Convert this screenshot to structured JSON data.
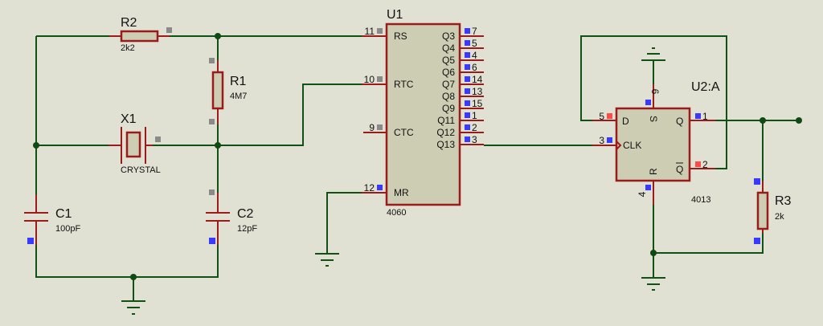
{
  "title": "CD4060 crystal oscillator with 4013 divider schematic",
  "colors": {
    "background": "#e0e0d3",
    "wire": "#0f5214",
    "pin": "#9b1a1a",
    "component_body": "#cdcdb4",
    "marker_grey": "#8a8a8a",
    "marker_blue": "#3a3aff",
    "marker_red": "#ff4a4a"
  },
  "components": {
    "r2": {
      "ref": "R2",
      "value": "2k2"
    },
    "r1": {
      "ref": "R1",
      "value": "4M7"
    },
    "x1": {
      "ref": "X1",
      "value": "CRYSTAL"
    },
    "c1": {
      "ref": "C1",
      "value": "100pF"
    },
    "c2": {
      "ref": "C2",
      "value": "12pF"
    },
    "r3": {
      "ref": "R3",
      "value": "2k"
    },
    "u1": {
      "ref": "U1",
      "part": "4060",
      "left_pins": [
        {
          "num": "11",
          "name": "RS"
        },
        {
          "num": "10",
          "name": "RTC"
        },
        {
          "num": "9",
          "name": "CTC"
        },
        {
          "num": "12",
          "name": "MR"
        }
      ],
      "right_pins": [
        {
          "num": "7",
          "name": "Q3"
        },
        {
          "num": "5",
          "name": "Q4"
        },
        {
          "num": "4",
          "name": "Q5"
        },
        {
          "num": "6",
          "name": "Q6"
        },
        {
          "num": "14",
          "name": "Q7"
        },
        {
          "num": "13",
          "name": "Q8"
        },
        {
          "num": "15",
          "name": "Q9"
        },
        {
          "num": "1",
          "name": "Q11"
        },
        {
          "num": "2",
          "name": "Q12"
        },
        {
          "num": "3",
          "name": "Q13"
        }
      ]
    },
    "u2": {
      "ref": "U2:A",
      "part": "4013",
      "pins": {
        "d": {
          "num": "5",
          "name": "D"
        },
        "clk": {
          "num": "3",
          "name": "CLK"
        },
        "s": {
          "num": "6",
          "name": "S"
        },
        "r": {
          "num": "4",
          "name": "R"
        },
        "q": {
          "num": "1",
          "name": "Q"
        },
        "qbar": {
          "num": "2",
          "name": "Q"
        }
      }
    }
  }
}
